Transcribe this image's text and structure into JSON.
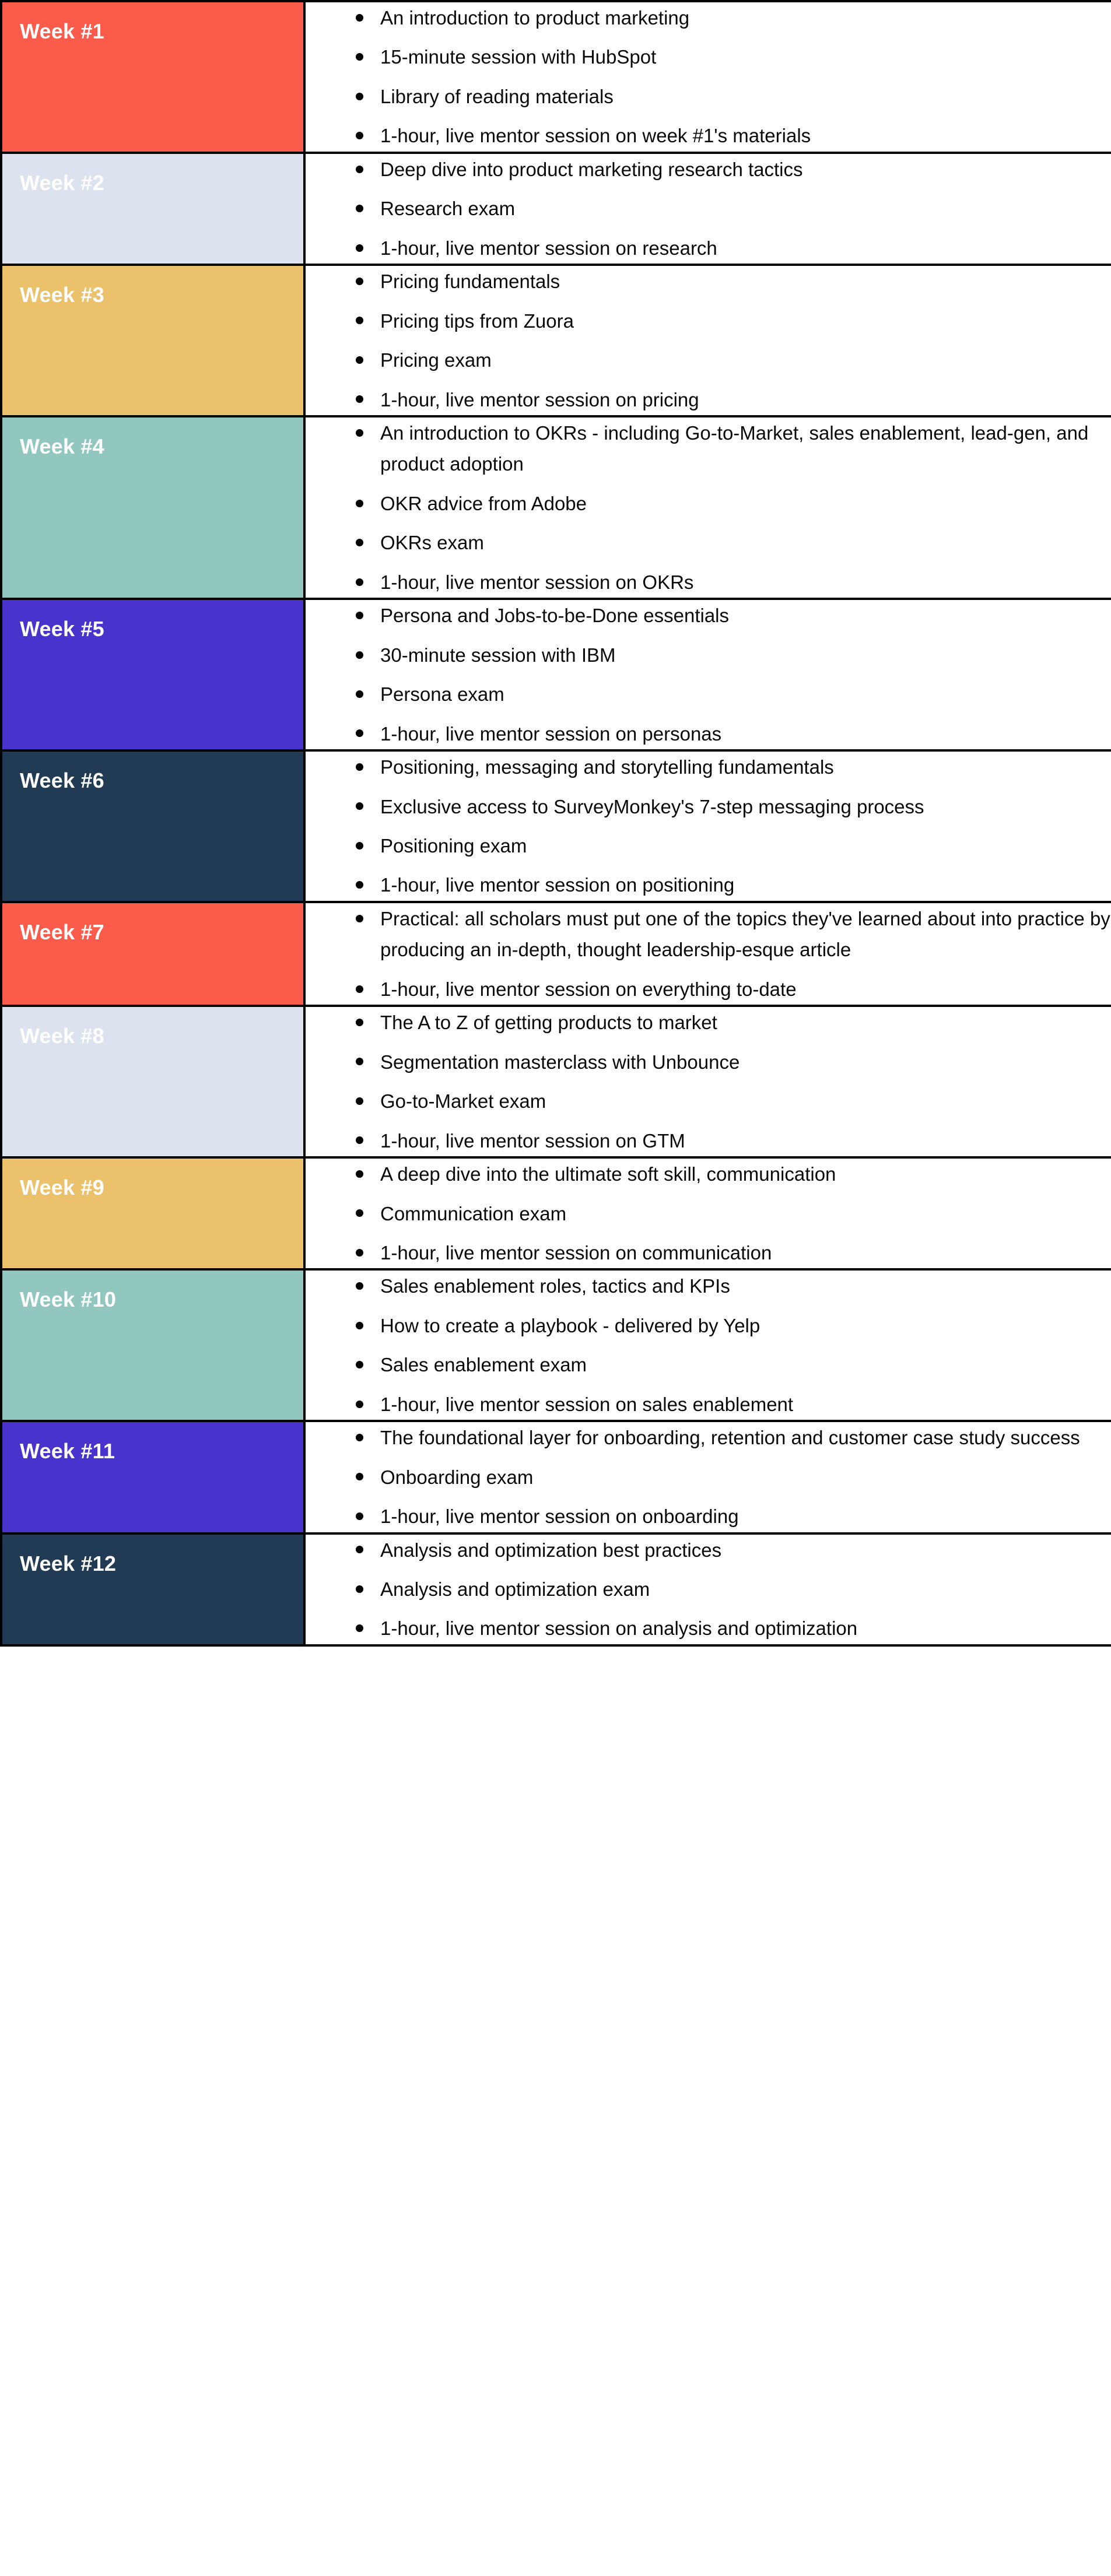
{
  "palette": {
    "coral": "#FB5B4B",
    "pale_blue": "#DDE2EF",
    "gold": "#EBC16B",
    "teal": "#92C7C0",
    "purple": "#4834CC",
    "navy": "#223B54",
    "label_text": "#FFFFFF",
    "body_text": "#0A0A0A",
    "border": "#000000",
    "cell_background": "#FFFFFF"
  },
  "schedule": {
    "rows": [
      {
        "label": "Week #1",
        "swatch": "coral",
        "items": [
          "An introduction to product marketing",
          "15-minute session with HubSpot",
          "Library of reading materials",
          "1-hour, live mentor session on week #1's materials"
        ]
      },
      {
        "label": "Week #2",
        "swatch": "pale_blue",
        "items": [
          "Deep dive into product marketing research tactics",
          "Research exam",
          "1-hour, live mentor session on research"
        ]
      },
      {
        "label": "Week #3",
        "swatch": "gold",
        "items": [
          "Pricing fundamentals",
          "Pricing tips from Zuora",
          "Pricing exam",
          "1-hour, live mentor session on pricing"
        ]
      },
      {
        "label": "Week #4",
        "swatch": "teal",
        "items": [
          "An introduction to OKRs - including Go-to-Market, sales enablement, lead-gen, and product adoption",
          "OKR advice from Adobe",
          "OKRs exam",
          "1-hour, live mentor session on OKRs"
        ]
      },
      {
        "label": "Week #5",
        "swatch": "purple",
        "items": [
          "Persona and Jobs-to-be-Done essentials",
          "30-minute session with IBM",
          "Persona exam",
          "1-hour, live mentor session on personas"
        ]
      },
      {
        "label": "Week #6",
        "swatch": "navy",
        "items": [
          "Positioning, messaging and storytelling fundamentals",
          "Exclusive access to SurveyMonkey's 7-step messaging process",
          "Positioning exam",
          "1-hour, live mentor session on positioning"
        ]
      },
      {
        "label": "Week #7",
        "swatch": "coral",
        "items": [
          "Practical: all scholars must put one of the topics they've learned about into practice by producing an in-depth, thought leadership-esque article",
          "1-hour, live mentor session on everything to-date"
        ]
      },
      {
        "label": "Week #8",
        "swatch": "pale_blue",
        "items": [
          "The A to Z of getting products to market",
          "Segmentation masterclass with Unbounce",
          "Go-to-Market exam",
          "1-hour, live mentor session on GTM"
        ]
      },
      {
        "label": "Week #9",
        "swatch": "gold",
        "items": [
          "A deep dive into the ultimate soft skill, communication",
          "Communication exam",
          "1-hour, live mentor session on communication"
        ]
      },
      {
        "label": "Week #10",
        "swatch": "teal",
        "items": [
          "Sales enablement roles, tactics and KPIs",
          "How to create a playbook - delivered by Yelp",
          "Sales enablement exam",
          "1-hour, live mentor session on sales enablement"
        ]
      },
      {
        "label": "Week #11",
        "swatch": "purple",
        "items": [
          "The foundational layer for onboarding, retention and customer case study success",
          "Onboarding exam",
          "1-hour, live mentor session on onboarding"
        ]
      },
      {
        "label": "Week #12",
        "swatch": "navy",
        "items": [
          "Analysis and optimization best practices",
          "Analysis and optimization exam",
          "1-hour, live mentor session on analysis and optimization"
        ]
      }
    ]
  }
}
